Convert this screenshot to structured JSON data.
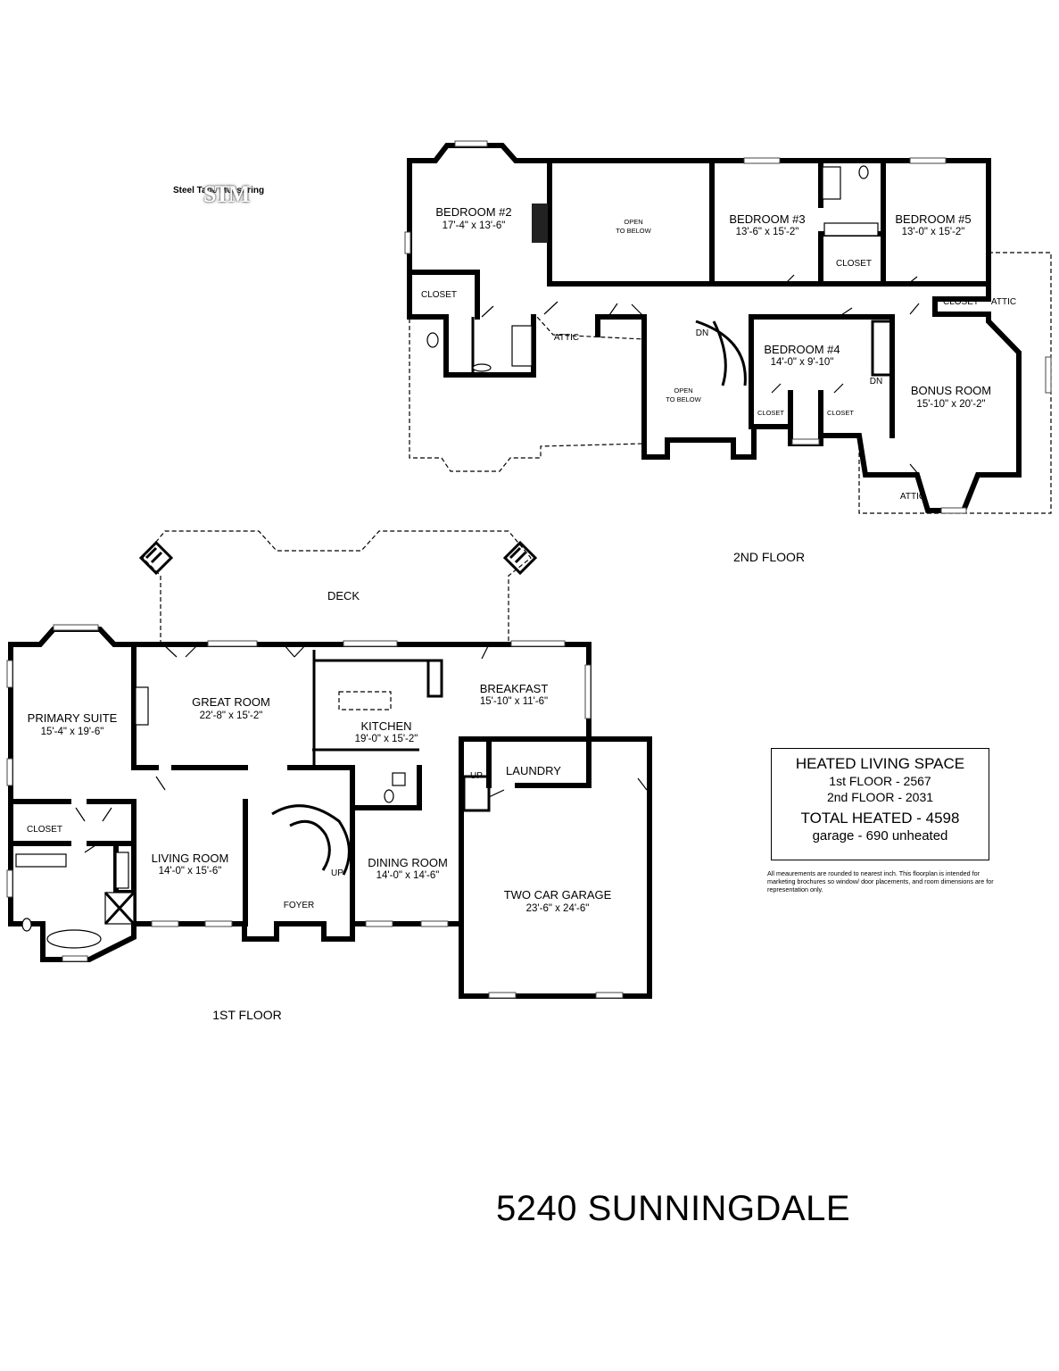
{
  "logo": {
    "text": "Steel Tape Measuring",
    "mark": "STM"
  },
  "second_floor": {
    "title": "2ND FLOOR",
    "bedroom2": {
      "name": "BEDROOM #2",
      "dim": "17'-4\" x 13'-6\""
    },
    "open_to_below_1": {
      "line1": "OPEN",
      "line2": "TO BELOW"
    },
    "bedroom3": {
      "name": "BEDROOM #3",
      "dim": "13'-6\" x 15'-2\""
    },
    "bedroom5": {
      "name": "BEDROOM #5",
      "dim": "13'-0\" x 15'-2\""
    },
    "closet_b3": "CLOSET",
    "closet_b2": "CLOSET",
    "closet_b5": "CLOSET",
    "attic_top": "ATTIC",
    "attic_left": "ATTIC",
    "attic_bottom": "ATTIC",
    "dn_1": "DN",
    "dn_2": "DN",
    "open_to_below_2": {
      "line1": "OPEN",
      "line2": "TO BELOW"
    },
    "bedroom4": {
      "name": "BEDROOM #4",
      "dim": "14'-0\" x 9'-10\""
    },
    "closet_b4a": "CLOSET",
    "closet_b4b": "CLOSET",
    "bonus": {
      "name": "BONUS ROOM",
      "dim": "15'-10\" x 20'-2\""
    }
  },
  "first_floor": {
    "title": "1ST FLOOR",
    "deck": "DECK",
    "primary": {
      "name": "PRIMARY SUITE",
      "dim": "15'-4\" x 19'-6\""
    },
    "great": {
      "name": "GREAT ROOM",
      "dim": "22'-8\" x 15'-2\""
    },
    "kitchen": {
      "name": "KITCHEN",
      "dim": "19'-0\" x 15'-2\""
    },
    "breakfast": {
      "name": "BREAKFAST",
      "dim": "15'-10\" x 11'-6\""
    },
    "closet": "CLOSET",
    "living": {
      "name": "LIVING ROOM",
      "dim": "14'-0\" x 15'-6\""
    },
    "dining": {
      "name": "DINING ROOM",
      "dim": "14'-0\" x 14'-6\""
    },
    "foyer": "FOYER",
    "laundry": "LAUNDRY",
    "up_1": "UP",
    "up_2": "UP",
    "garage": {
      "name": "TWO CAR GARAGE",
      "dim": "23'-6\" x 24'-6\""
    }
  },
  "summary": {
    "heading": "HEATED LIVING SPACE",
    "first": "1st FLOOR - 2567",
    "second": "2nd FLOOR - 2031",
    "total": "TOTAL HEATED - 4598",
    "garage": "garage - 690 unheated"
  },
  "disclaimer": "All meaurements are rounded to nearest inch. This floorplan is intended for marketing brochures so window/ door placements, and room dimensions are for representation only.",
  "address": "5240 SUNNINGDALE"
}
